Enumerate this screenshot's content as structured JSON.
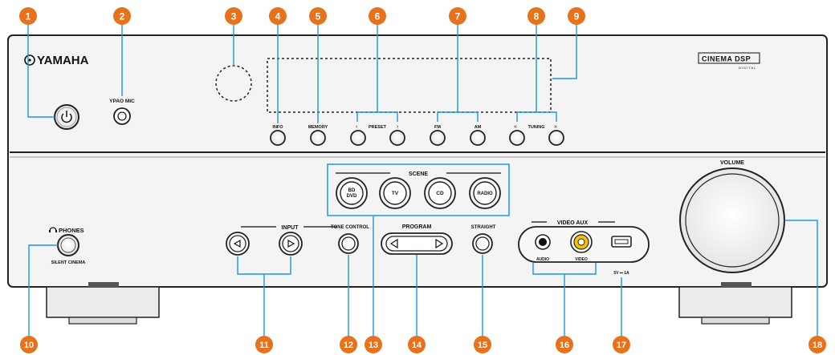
{
  "brand": {
    "logo_text": "YAMAHA",
    "cinema_logo": "CINEMA DSP",
    "cinema_sub": "DIGITAL"
  },
  "labels": {
    "ypao_mic": "YPAO MIC",
    "info": "INFO",
    "memory": "MEMORY",
    "preset": "PRESET",
    "fm": "FM",
    "am": "AM",
    "tuning": "TUNING",
    "scene": "SCENE",
    "bd_dvd_line1": "BD",
    "bd_dvd_line2": "DVD",
    "tv": "TV",
    "cd": "CD",
    "radio": "RADIO",
    "phones": "PHONES",
    "silent_cinema": "SILENT CINEMA",
    "input": "INPUT",
    "tone_control": "TONE CONTROL",
    "program": "PROGRAM",
    "straight": "STRAIGHT",
    "video_aux": "VIDEO AUX",
    "audio": "AUDIO",
    "video": "VIDEO",
    "usb_rating": "5V ⎓ 1A",
    "volume": "VOLUME"
  },
  "callouts": [
    "1",
    "2",
    "3",
    "4",
    "5",
    "6",
    "7",
    "8",
    "9",
    "10",
    "11",
    "12",
    "13",
    "14",
    "15",
    "16",
    "17",
    "18"
  ],
  "colors": {
    "callout": "#e8711c",
    "leader": "#1a9ad6",
    "panel": "#f2f2f2",
    "outline": "#222222"
  }
}
